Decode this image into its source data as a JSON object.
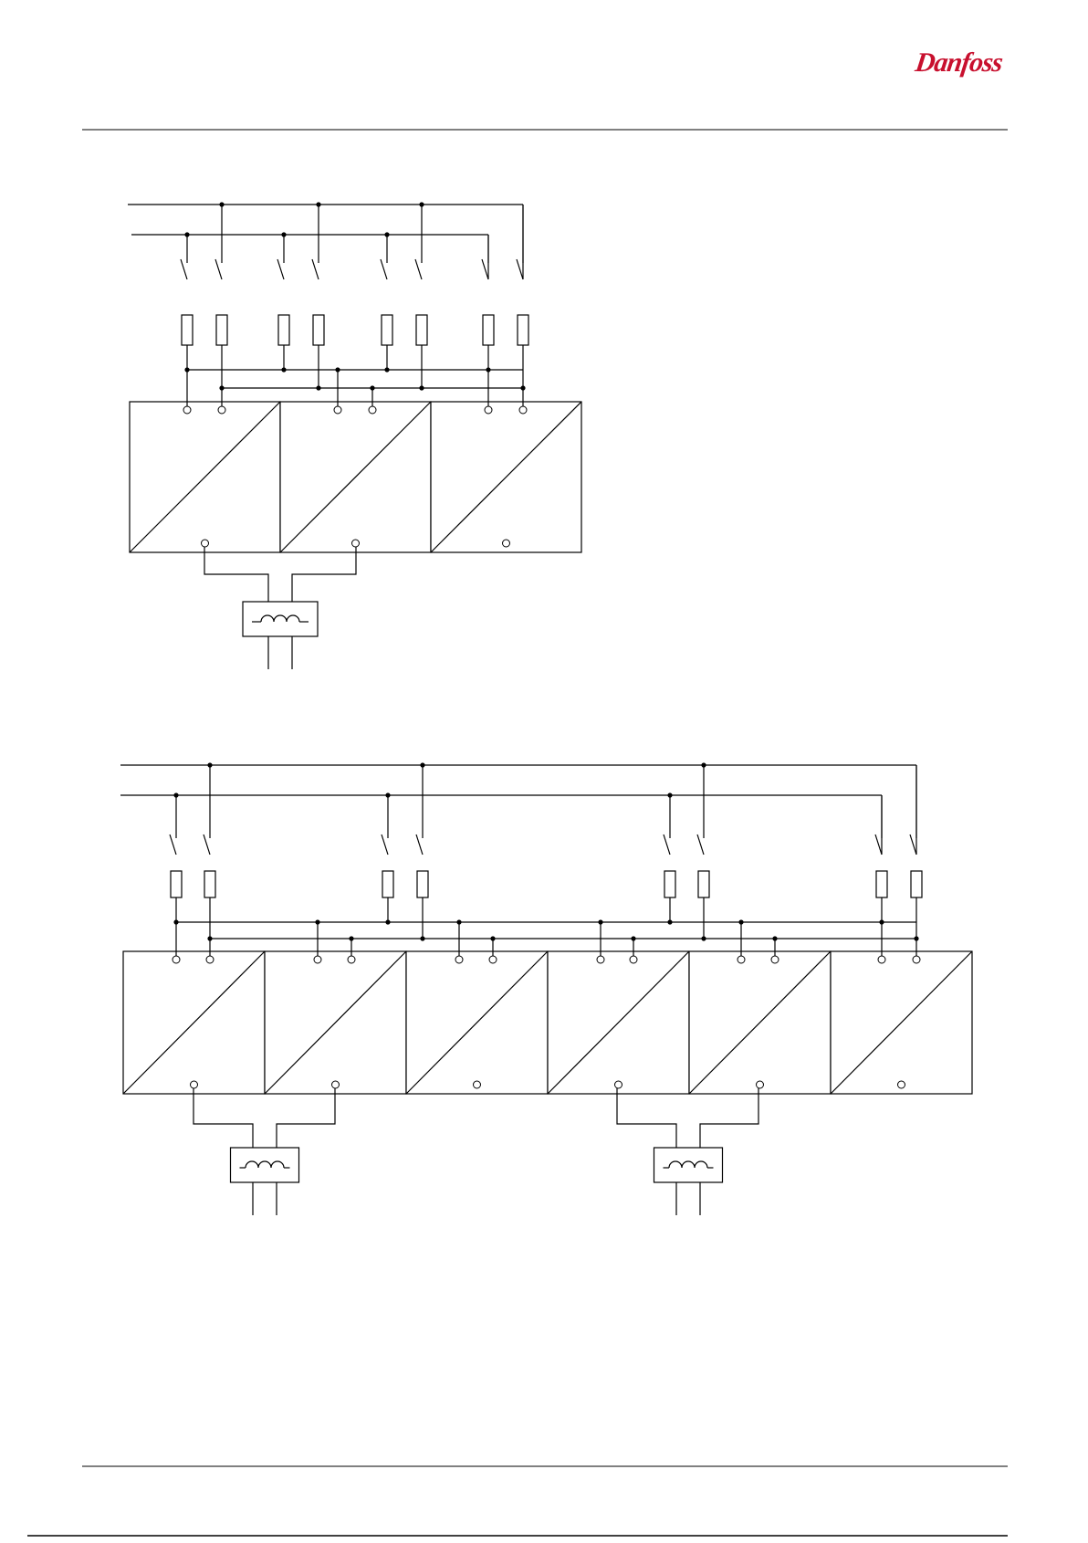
{
  "header": {
    "logo_text": "Danfoss",
    "page_number": ""
  },
  "diagram_top": {
    "converter_count": 3,
    "converter_symbol_top": "=",
    "converter_symbol_bottom": "=",
    "line_choke_count": 1
  },
  "diagram_bottom": {
    "converter_count": 6,
    "converter_symbol_top": "=",
    "converter_symbol_bottom": "=",
    "line_choke_count": 2
  },
  "colors": {
    "line": "#000000",
    "logo": "#c8102e",
    "background": "#ffffff"
  }
}
